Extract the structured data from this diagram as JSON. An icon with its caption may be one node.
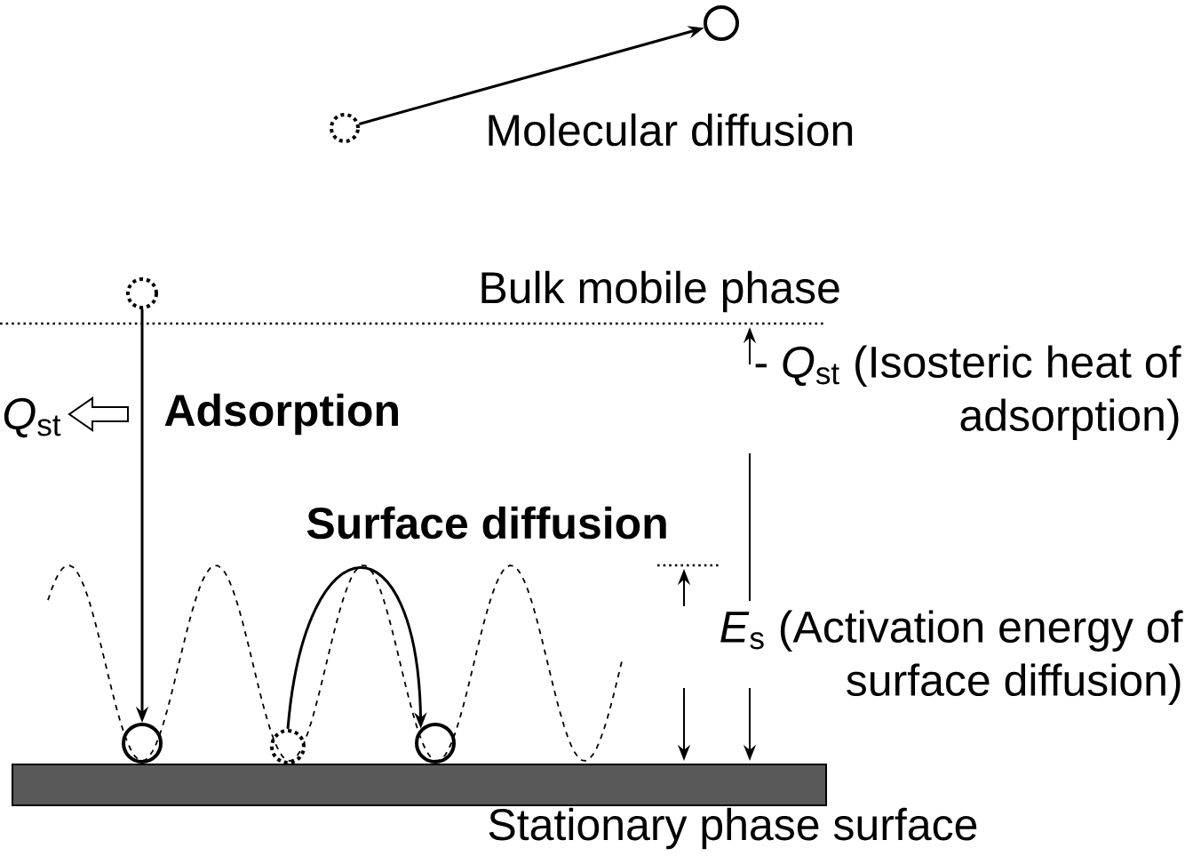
{
  "diagram": {
    "nodes": [
      {
        "text": [],
        "shape": "circle"
      },
      {
        "text": [],
        "shape": "circle"
      },
      {
        "text": [],
        "shape": "circle"
      },
      {
        "text": [],
        "shape": "circle"
      },
      {
        "text": [],
        "shape": "circle"
      },
      {
        "text": [],
        "shape": "circle"
      }
    ],
    "edges": [
      {
        "from": 0,
        "to": 1,
        "arrow": "to",
        "label": "Molecular diffusion"
      },
      {
        "from": 2,
        "to": 3,
        "arrow": "to",
        "label": "Adsorption"
      },
      {
        "from": 4,
        "to": 5,
        "arrow": "to",
        "label": "Surface diffusion"
      }
    ],
    "labels": [
      "Bulk mobile phase",
      "*Q*$_{st}$",
      "- *Q*$_{st}$ (Isosteric heat of adsorption)",
      "*E*$_{s}$ (Activation energy of surface diffusion)",
      "Stationary phase surface"
    ]
  }
}
